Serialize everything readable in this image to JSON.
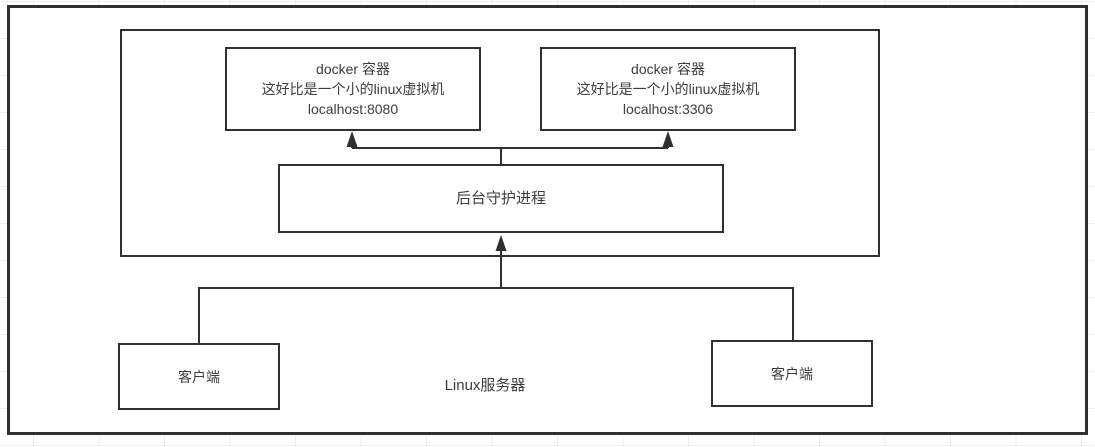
{
  "diagram": {
    "containers": [
      {
        "title": "docker 容器",
        "description": "这好比是一个小的linux虚拟机",
        "address": "localhost:8080"
      },
      {
        "title": "docker 容器",
        "description": "这好比是一个小的linux虚拟机",
        "address": "localhost:3306"
      }
    ],
    "daemon": {
      "label": "后台守护进程"
    },
    "clients": [
      {
        "label": "客户端"
      },
      {
        "label": "客户端"
      }
    ],
    "server": {
      "label": "Linux服务器"
    },
    "colors": {
      "line": "#303030",
      "text": "#3d3d3d",
      "grid": "#f1eded",
      "canvas": "#ffffff"
    }
  }
}
